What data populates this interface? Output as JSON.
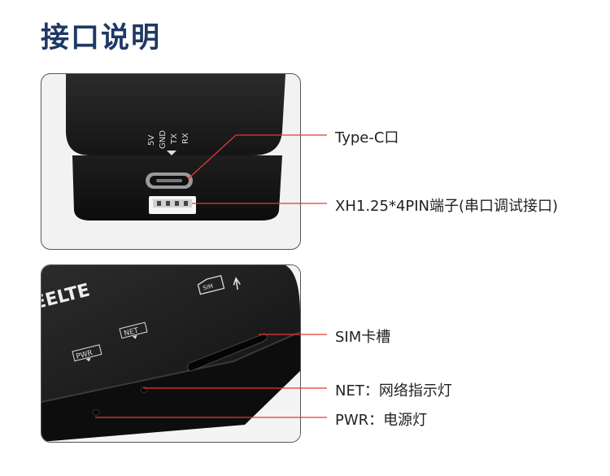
{
  "page": {
    "title": "接口说明"
  },
  "colors": {
    "title": "#1f3864",
    "leader": "#e53935",
    "device": "#1c1c1c"
  },
  "device_labels": {
    "pins": [
      "5V",
      "GND",
      "TX",
      "RX"
    ],
    "brand_fragment": "EELTE",
    "sim": "SIM",
    "net": "NET",
    "pwr": "PWR"
  },
  "callouts": [
    {
      "id": "type-c",
      "label": "Type-C口"
    },
    {
      "id": "xh125",
      "label": "XH1.25*4PIN端子(串口调试接口)"
    },
    {
      "id": "sim",
      "label": "SIM卡槽"
    },
    {
      "id": "net",
      "label": "NET：网络指示灯"
    },
    {
      "id": "pwr",
      "label": "PWR：电源灯"
    }
  ]
}
